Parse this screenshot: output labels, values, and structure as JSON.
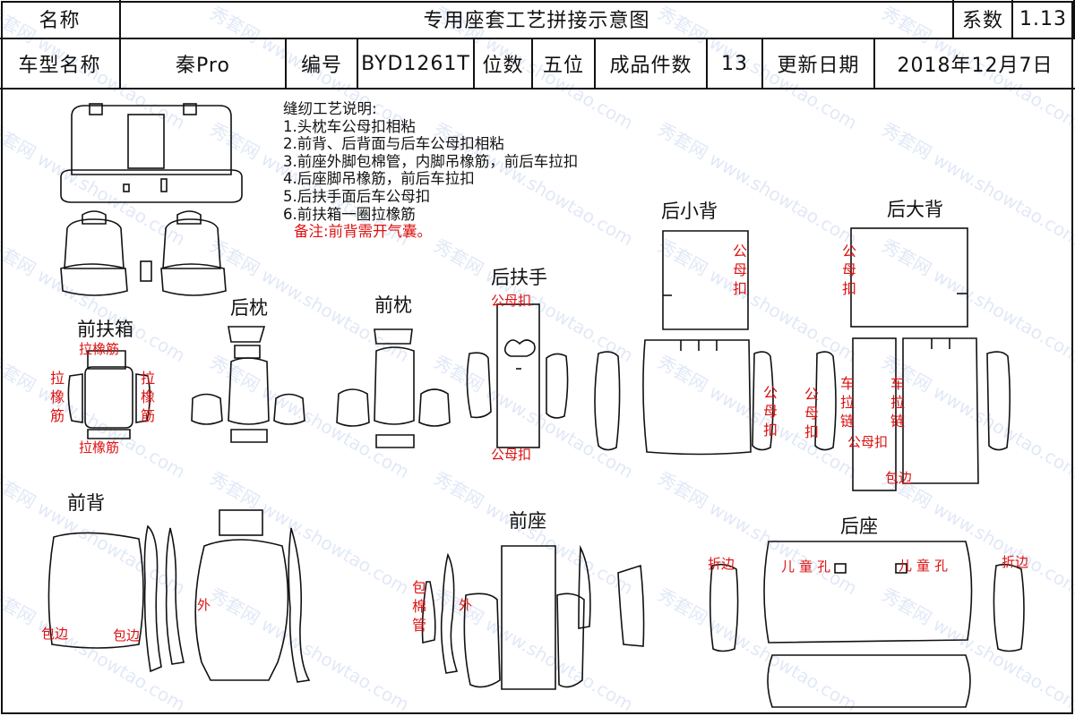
{
  "header": {
    "name_label": "名称",
    "title": "专用座套工艺拼接示意图",
    "coef_label": "系数",
    "coef_value": "1.13",
    "model_label": "车型名称",
    "model_value": "秦Pro",
    "code_label": "编号",
    "code_value": "BYD1261T",
    "seats_label": "位数",
    "seats_value": "五位",
    "pieces_label": "成品件数",
    "pieces_value": "13",
    "date_label": "更新日期",
    "date_value": "2018年12月7日"
  },
  "notes": {
    "title": "缝纫工艺说明:",
    "items": [
      "1.头枕车公母扣相粘",
      "2.前背、后背面与后车公母扣相粘",
      "3.前座外脚包棉管，内脚吊橡筋，前后车拉扣",
      "4.后座脚吊橡筋，前后车拉扣",
      "5.后扶手面后车公母扣",
      "6.前扶箱一圈拉橡筋"
    ],
    "remark": "备注:前背需开气囊。"
  },
  "sections": {
    "front_armrest_box": "前扶箱",
    "rear_headrest": "后枕",
    "front_headrest": "前枕",
    "rear_armrest": "后扶手",
    "rear_small_back": "后小背",
    "rear_big_back": "后大背",
    "front_back": "前背",
    "front_seat": "前座",
    "rear_seat": "后座"
  },
  "annotations": {
    "pull_elastic": "拉橡筋",
    "snap": "公母扣",
    "zipper": "车拉链",
    "hem": "包边",
    "outer": "外",
    "cotton_tube": "包棉管",
    "fold_edge": "折边",
    "child_hole": "儿童孔"
  },
  "watermark": "秀套网 www.showtao.com",
  "colors": {
    "line": "#111111",
    "annotation": "#dd1111",
    "watermark": "#8ca0dc"
  }
}
